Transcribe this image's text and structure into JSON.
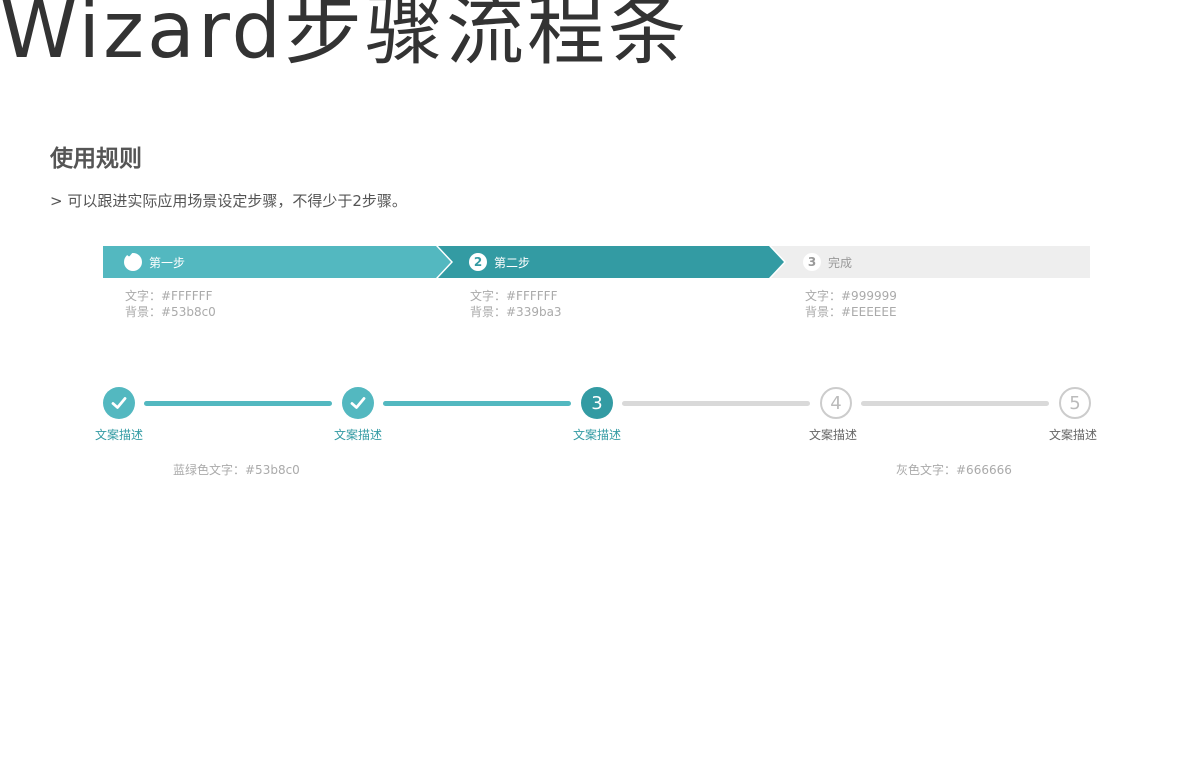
{
  "page": {
    "title": "Wizard步骤流程条",
    "section_title": "使用规则",
    "rule": "> 可以跟进实际应用场景设定步骤，不得少于2步骤。"
  },
  "colors": {
    "teal": "#53b8c0",
    "teal_dark": "#339ba3",
    "gray_bg": "#EEEEEE",
    "gray_text": "#999999",
    "text_gray": "#666666"
  },
  "wizard": {
    "steps": [
      {
        "marker": "check-icon",
        "label": "第一步",
        "note_text": "文字：#FFFFFF",
        "note_bg": "背景：#53b8c0"
      },
      {
        "marker": "2",
        "label": "第二步",
        "note_text": "文字：#FFFFFF",
        "note_bg": "背景：#339ba3"
      },
      {
        "marker": "3",
        "label": "完成",
        "note_text": "文字：#999999",
        "note_bg": "背景：#EEEEEE"
      }
    ]
  },
  "stepper": {
    "steps": [
      {
        "state": "done",
        "label": "文案描述"
      },
      {
        "state": "done",
        "label": "文案描述"
      },
      {
        "state": "active",
        "number": "3",
        "label": "文案描述"
      },
      {
        "state": "todo",
        "number": "4",
        "label": "文案描述"
      },
      {
        "state": "todo",
        "number": "5",
        "label": "文案描述"
      }
    ],
    "legend_teal": "蓝绿色文字：#53b8c0",
    "legend_gray": "灰色文字：#666666"
  }
}
